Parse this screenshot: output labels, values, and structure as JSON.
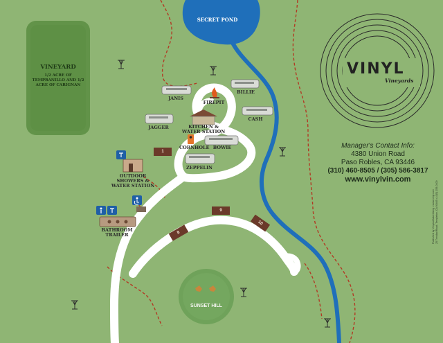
{
  "map": {
    "title_pond": "SECRET POND",
    "vineyard": {
      "title": "VINEYARD",
      "subtitle": "1/2 ACRE OF TEMPRANILLO AND 1/2 ACRE OF CARIGNAN"
    },
    "sites": [
      {
        "id": "janis",
        "label": "JANIS"
      },
      {
        "id": "billie",
        "label": "BILLIE"
      },
      {
        "id": "firepit",
        "label": "FIREPIT"
      },
      {
        "id": "jagger",
        "label": "JAGGER"
      },
      {
        "id": "kitchen",
        "label": "KITCHEN & WATER STATION"
      },
      {
        "id": "cash",
        "label": "CASH"
      },
      {
        "id": "cornhole",
        "label": "CORNHOLE"
      },
      {
        "id": "bowie",
        "label": "BOWIE"
      },
      {
        "id": "zeppelin",
        "label": "ZEPPELIN"
      },
      {
        "id": "showers",
        "label": "OUTDOOR SHOWERS & WATER STATION"
      },
      {
        "id": "bathroom",
        "label": "BATHROOM TRAILER"
      }
    ],
    "markers": [
      {
        "id": "m1",
        "number": "1"
      },
      {
        "id": "m8",
        "number": "8"
      },
      {
        "id": "m9",
        "number": "9"
      },
      {
        "id": "m10",
        "number": "10"
      }
    ],
    "hill": {
      "label": "SUNSET HILL"
    },
    "colors": {
      "grass": "#8fb574",
      "pond": "#1f6fba",
      "road": "#ffffff",
      "trail": "#b23a24",
      "vineyard": "#5d8f45",
      "marker": "#6b3a2a"
    }
  },
  "brand": {
    "name": "VINYL",
    "tagline": "Vineyards"
  },
  "contact": {
    "title": "Manager's Contact Info:",
    "address_line1": "4380 Union Road",
    "address_line2": "Paso Robles, CA 93446",
    "phones": "(310) 460-8505 / (305) 586-3817",
    "website": "www.vinylvin.com"
  },
  "publisher": {
    "line1": "Published by Vinyard Advertising • www.vinyl.com",
    "line2": "25 Trinidad Road, Templeton, CA 93465 • (415) 255-0100"
  }
}
